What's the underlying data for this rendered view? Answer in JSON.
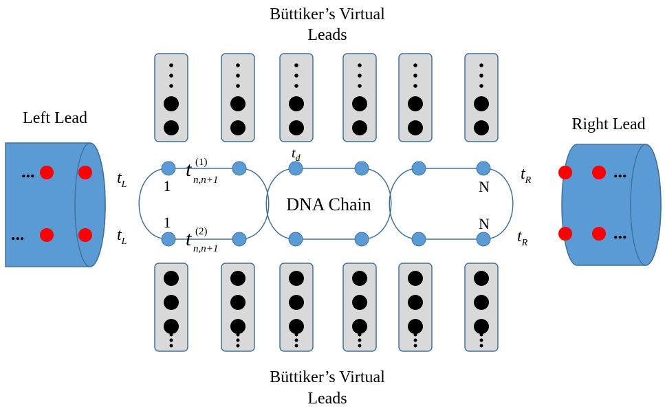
{
  "labels": {
    "top_virtual_leads": [
      "Büttiker’s Virtual",
      "Leads"
    ],
    "bottom_virtual_leads": [
      "Büttiker’s Virtual",
      "Leads"
    ],
    "left_lead": "Left Lead",
    "right_lead": "Right Lead",
    "dna_chain": "DNA Chain",
    "site_first_top": "1",
    "site_first_bottom": "1",
    "site_last_top": "N",
    "site_last_bottom": "N",
    "ellipsis": "...",
    "vertical_ellipsis": "⋮"
  },
  "symbols": {
    "t_left_top": {
      "base": "t",
      "sub": "L"
    },
    "t_left_bottom": {
      "base": "t",
      "sub": "L"
    },
    "t_right_top": {
      "base": "t",
      "sub": "R"
    },
    "t_right_bottom": {
      "base": "t",
      "sub": "R"
    },
    "t_d": {
      "base": "t",
      "sub": "d"
    },
    "t_strand1": {
      "base": "t",
      "sup": "(1)",
      "sub": "n,n+1"
    },
    "t_strand2": {
      "base": "t",
      "sup": "(2)",
      "sub": "n,n+1"
    }
  },
  "colors": {
    "lead_fill": "#5b9bd5",
    "lead_stroke": "#41719c",
    "site_fill": "#5b9bd5",
    "lead_atom": "#ff0000",
    "probe_fill": "#d9d9d9",
    "probe_stroke": "#41719c",
    "probe_atom": "#000000",
    "chain_line": "#41719c"
  },
  "diagram": {
    "virtual_lead_count_top": 6,
    "virtual_lead_count_bottom": 6,
    "sites_per_strand": 6
  }
}
